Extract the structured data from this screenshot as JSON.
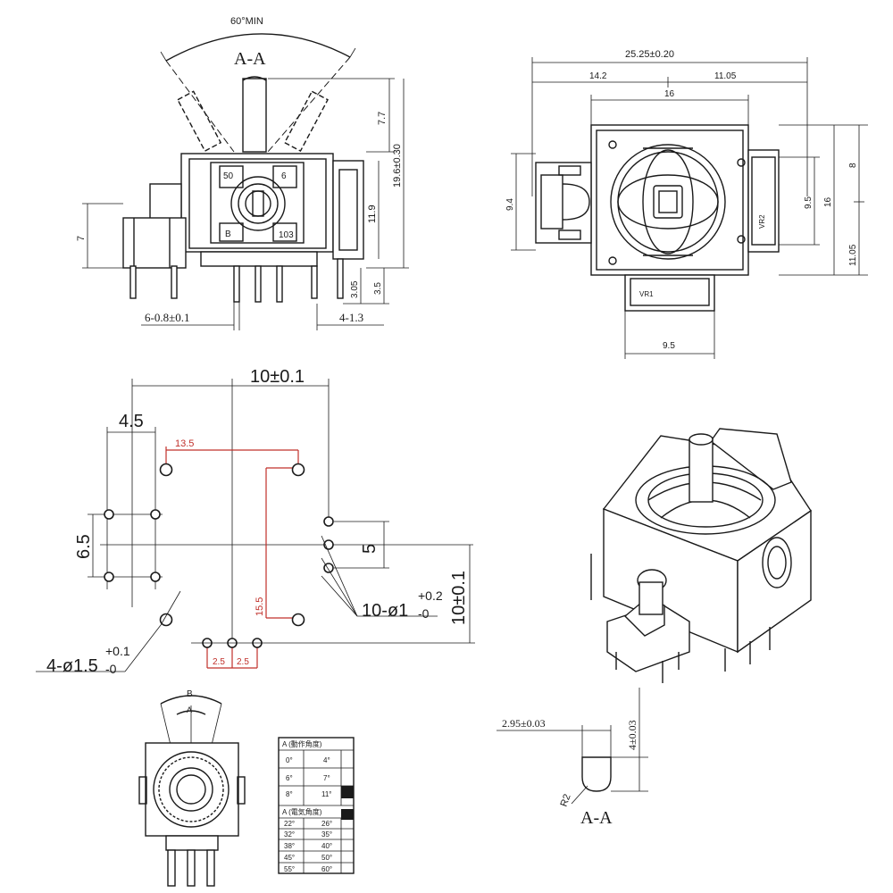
{
  "front_view": {
    "angle": "60°MIN",
    "section": "A-A",
    "dim_top": "7.7",
    "dim_height": "19.6±0.30",
    "dim_body": "11.9",
    "dim_left": "7",
    "dim_pin_a": "3.05",
    "dim_pin_b": "3.5",
    "pins": "6-0.8±0.1",
    "pin_w": "4-1.3",
    "mark_50": "50",
    "mark_6": "6",
    "mark_B": "B",
    "mark_103": "103"
  },
  "top_view": {
    "width_total": "25.25±0.20",
    "width_left": "14.2",
    "width_right": "11.05",
    "body_w": "16",
    "side_h": "9.4",
    "right_8": "8",
    "right_95": "9.5",
    "right_16": "16",
    "right_1105": "11.05",
    "bottom_95": "9.5",
    "vr1": "VR1",
    "vr2": "VR2"
  },
  "footprint": {
    "dim_10": "10±0.1",
    "dim_45": "4.5",
    "dim_65": "6.5",
    "dim_5": "5",
    "dim_10v": "10±0.1",
    "holes_small": "10-ø1",
    "tol_small_plus": "+0.2",
    "tol_small_minus": "-0",
    "holes_large": "4-ø1.5",
    "tol_large_plus": "+0.1",
    "tol_large_minus": "-0",
    "red_135": "13.5",
    "red_155": "15.5",
    "red_25a": "2.5",
    "red_25b": "2.5"
  },
  "pot_view": {
    "label_B": "B",
    "label_A": "A"
  },
  "angle_table": {
    "header1": "A (動作角度)",
    "header2": "A (電気角度)",
    "rows1": [
      [
        "0°",
        "4°"
      ],
      [
        "6°",
        "7°"
      ],
      [
        "8°",
        "11°"
      ]
    ],
    "rows2": [
      [
        "22°",
        "26°"
      ],
      [
        "32°",
        "35°"
      ],
      [
        "38°",
        "40°"
      ],
      [
        "45°",
        "50°"
      ],
      [
        "55°",
        "60°"
      ]
    ]
  },
  "knob_section": {
    "dia": "2.95±0.03",
    "height": "4±0.03",
    "radius": "R2",
    "section": "A-A"
  }
}
